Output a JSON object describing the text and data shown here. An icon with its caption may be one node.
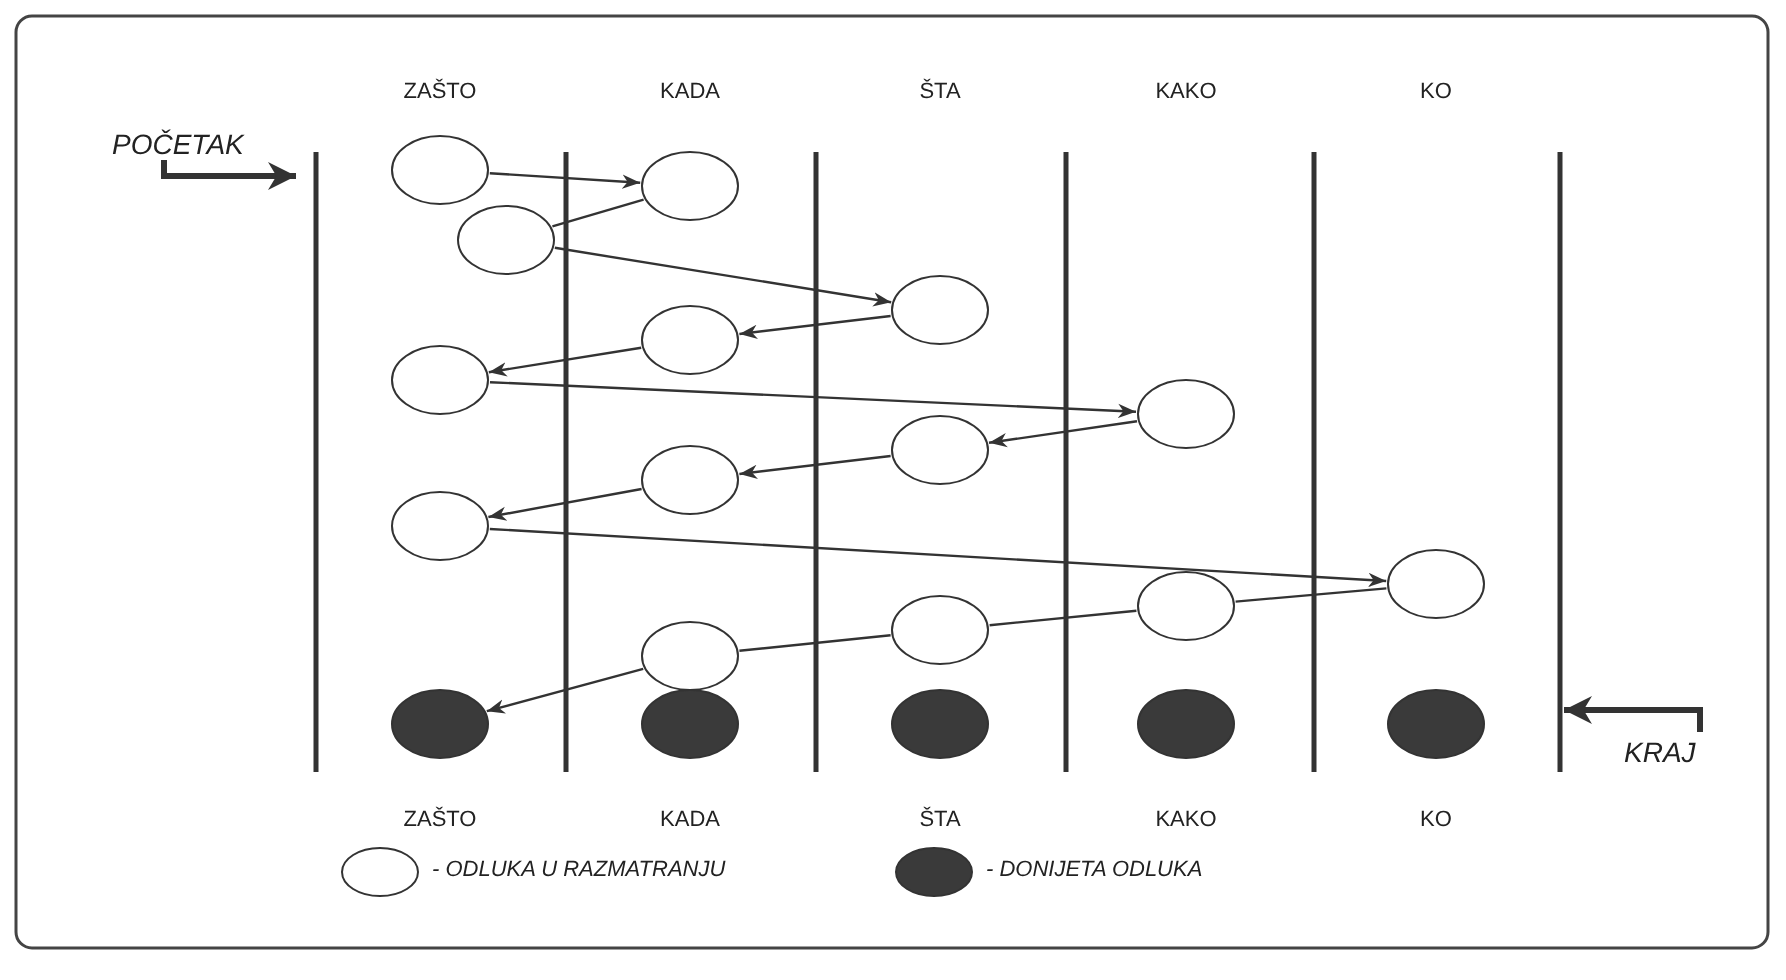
{
  "diagram": {
    "nodes": [
      {
        "text": [
          "POČETAK"
        ]
      },
      {
        "text": [],
        "shape": "circle"
      },
      {
        "text": [],
        "shape": "circle"
      },
      {
        "text": [],
        "shape": "circle"
      },
      {
        "text": [],
        "shape": "circle"
      },
      {
        "text": [],
        "shape": "circle"
      },
      {
        "text": [],
        "shape": "circle"
      },
      {
        "text": [],
        "shape": "circle"
      },
      {
        "text": [],
        "shape": "circle"
      },
      {
        "text": [],
        "shape": "circle"
      },
      {
        "text": [],
        "shape": "circle"
      },
      {
        "text": [],
        "shape": "circle"
      },
      {
        "text": [],
        "shape": "circle"
      },
      {
        "text": [],
        "shape": "circle"
      },
      {
        "text": [],
        "shape": "circle"
      },
      {
        "text": [],
        "shape": "circle"
      },
      {
        "text": [],
        "shape": "circle"
      },
      {
        "text": [],
        "shape": "circle"
      },
      {
        "text": [],
        "shape": "circle"
      },
      {
        "text": [],
        "shape": "circle"
      },
      {
        "text": [
          "KRAJ"
        ]
      }
    ],
    "edges": [
      {
        "from": 0,
        "to": null,
        "arrow": "to",
        "style": "thick"
      },
      {
        "from": 1,
        "to": 2,
        "arrow": "to"
      },
      {
        "from": 2,
        "to": 3,
        "arrow": "none"
      },
      {
        "from": 3,
        "to": 4,
        "arrow": "to"
      },
      {
        "from": 4,
        "to": 5,
        "arrow": "to"
      },
      {
        "from": 5,
        "to": 6,
        "arrow": "to"
      },
      {
        "from": 6,
        "to": 7,
        "arrow": "to"
      },
      {
        "from": 7,
        "to": 8,
        "arrow": "to"
      },
      {
        "from": 8,
        "to": 9,
        "arrow": "to"
      },
      {
        "from": 9,
        "to": 10,
        "arrow": "to"
      },
      {
        "from": 10,
        "to": 11,
        "arrow": "to"
      },
      {
        "from": 11,
        "to": 12,
        "arrow": "none"
      },
      {
        "from": 12,
        "to": 13,
        "arrow": "none"
      },
      {
        "from": 13,
        "to": 14,
        "arrow": "none"
      },
      {
        "from": 14,
        "to": 15,
        "arrow": "to"
      },
      {
        "from": 20,
        "to": null,
        "arrow": "to",
        "style": "thick"
      }
    ],
    "labels": [
      "ZAŠTO",
      "KADA",
      "ŠTA",
      "KAKO",
      "KO",
      "ZAŠTO",
      "KADA",
      "ŠTA",
      "KAKO",
      "KO"
    ],
    "legend": [
      {
        "text": "- ODLUKA U RAZMATRANJU"
      },
      {
        "text": "- DONIJETA ODLUKA"
      }
    ]
  }
}
